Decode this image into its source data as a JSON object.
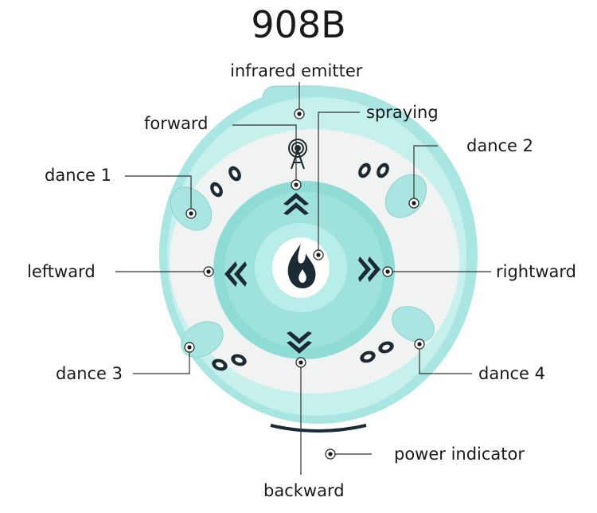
{
  "title": "908B",
  "labels": {
    "infrared_emitter": "infrared emitter",
    "forward": "forward",
    "spraying": "spraying",
    "dance_2": "dance 2",
    "dance_1": "dance 1",
    "leftward": "leftward",
    "rightward": "rightward",
    "dance_3": "dance 3",
    "dance_4": "dance 4",
    "power_indicator": "power indicator",
    "backward": "backward"
  },
  "colors": {
    "shell": "#a9e6e2",
    "shell_rim": "#c6f0ec",
    "face": "#f1f2f2",
    "panel": "#8fdcd6",
    "panel_inner": "#b9ede9",
    "icon": "#1c2a33",
    "dot": "#1a1a1a",
    "line": "#333333"
  },
  "icons": [
    "infrared-antenna-icon",
    "flame-icon",
    "double-chevron-up-icon",
    "double-chevron-down-icon",
    "double-chevron-left-icon",
    "double-chevron-right-icon",
    "footprint-icon"
  ]
}
